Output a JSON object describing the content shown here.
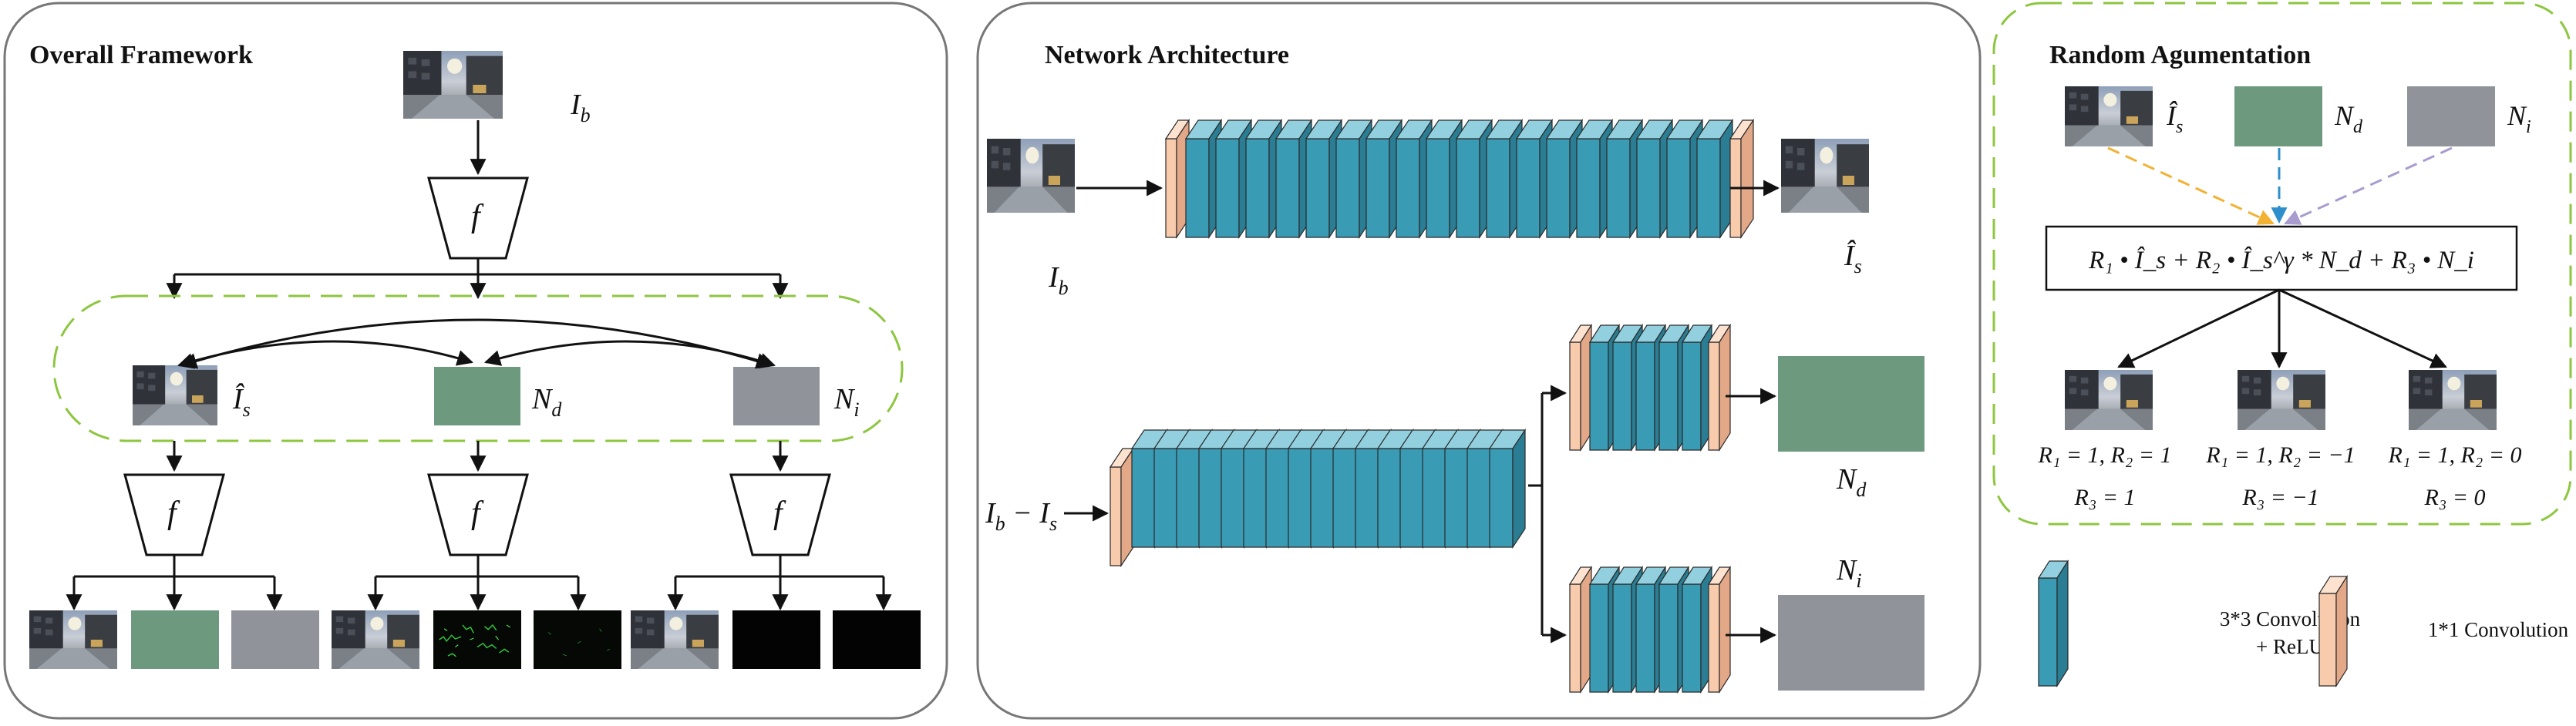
{
  "panels": {
    "framework_title": "Overall Framework",
    "network_title": "Network Architecture",
    "augmentation_title": "Random Agumentation"
  },
  "symbols": {
    "f": "f",
    "I_b": "I",
    "I_b_sub": "b",
    "I_s_hat": "Î",
    "s_sub": "s",
    "N": "N",
    "d_sub": "d",
    "i_sub": "i",
    "diff_minus": " − I",
    "gamma": "γ"
  },
  "augmentation": {
    "formula": "R₁ • Î_s + R₂ • Î_s^γ * N_d + R₃ • N_i",
    "cases": [
      {
        "line1": "R₁ = 1, R₂ = 1",
        "line2": "R₃ = 1"
      },
      {
        "line1": "R₁ = 1, R₂ = −1",
        "line2": "R₃ = −1"
      },
      {
        "line1": "R₁ = 1, R₂ = 0",
        "line2": "R₃ = 0"
      }
    ]
  },
  "legend": {
    "conv3_line1": "3*3 Convolution",
    "conv3_line2": "+ ReLU",
    "conv1": "1*1 Convolution"
  },
  "colors": {
    "green_dashed": "#8dc63f",
    "conv_front": "#3a9bb5",
    "conv_top": "#92d0df",
    "conv_side": "#2a7d93",
    "one_front": "#f8cbad",
    "one_top": "#fde3cf",
    "one_side": "#e3a888",
    "noise_d": "#6d9a7e",
    "noise_i": "#909399",
    "arrow_orange": "#f2b233",
    "arrow_blue": "#2e8fcc",
    "arrow_purple": "#a89ccf"
  }
}
